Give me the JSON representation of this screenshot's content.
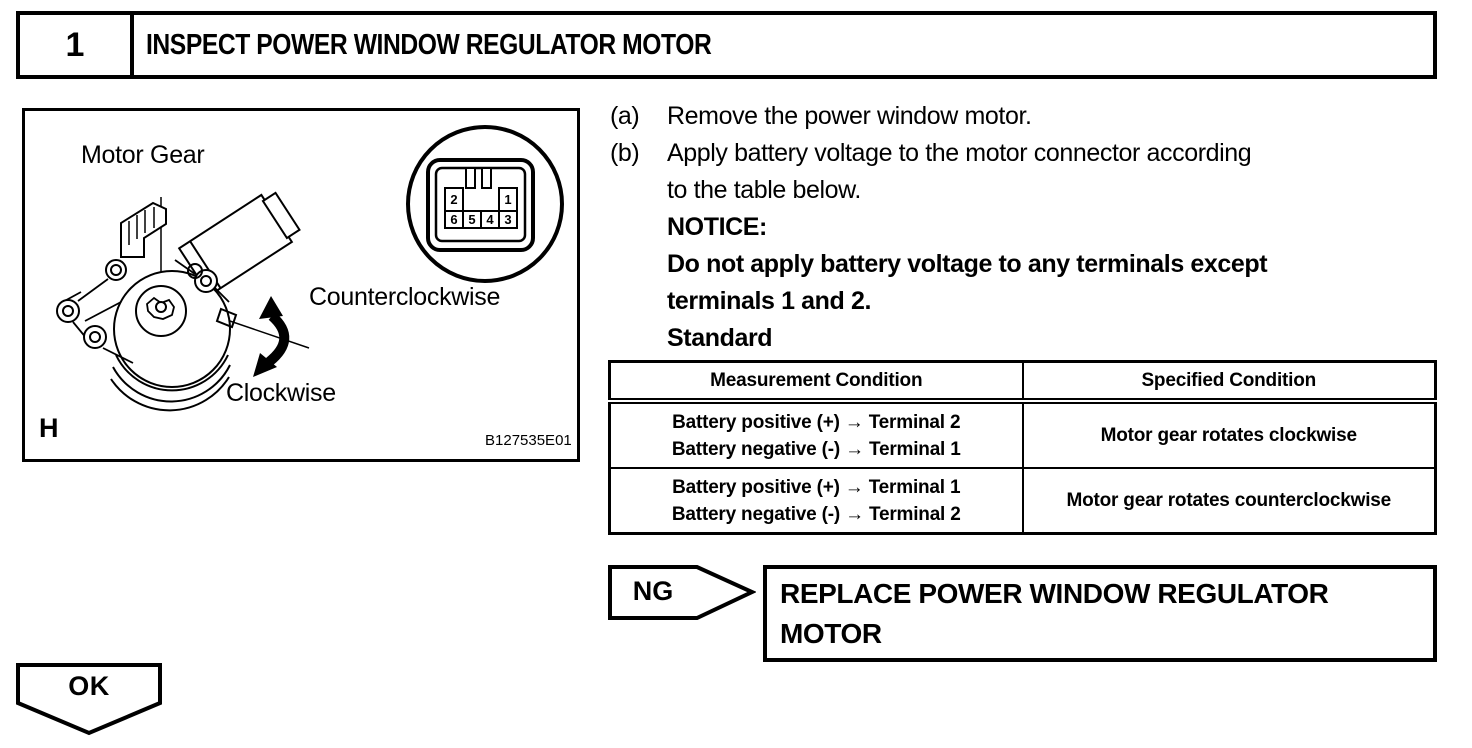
{
  "step_header": {
    "number": "1",
    "title": "INSPECT POWER WINDOW REGULATOR MOTOR"
  },
  "figure": {
    "motor_gear_label": "Motor Gear",
    "counterclockwise_label": "Counterclockwise",
    "clockwise_label": "Clockwise",
    "corner_label": "H",
    "figure_code": "B127535E01",
    "connector_terminals": [
      "2",
      "1",
      "6",
      "5",
      "4",
      "3"
    ]
  },
  "instructions": {
    "items": [
      {
        "label": "(a)",
        "lines": [
          "Remove the power window motor."
        ]
      },
      {
        "label": "(b)",
        "lines": [
          "Apply battery voltage to the motor connector according",
          "to the table below."
        ]
      }
    ],
    "notice_label": "NOTICE:",
    "notice_lines": [
      "Do not apply battery voltage to any terminals except",
      "terminals 1 and 2."
    ],
    "standard_label": "Standard"
  },
  "spec_table": {
    "headers": [
      "Measurement Condition",
      "Specified Condition"
    ],
    "rows": [
      {
        "measurement_lines": [
          "Battery positive (+) → Terminal 2",
          "Battery negative (-) → Terminal 1"
        ],
        "specified": "Motor gear rotates clockwise"
      },
      {
        "measurement_lines": [
          "Battery positive (+) → Terminal 1",
          "Battery negative (-) → Terminal 2"
        ],
        "specified": "Motor gear rotates counterclockwise"
      }
    ]
  },
  "decision": {
    "ng_label": "NG",
    "ng_action_lines": [
      "REPLACE POWER WINDOW REGULATOR",
      "MOTOR"
    ],
    "ok_label": "OK"
  },
  "colors": {
    "ink": "#000000",
    "paper": "#ffffff"
  }
}
